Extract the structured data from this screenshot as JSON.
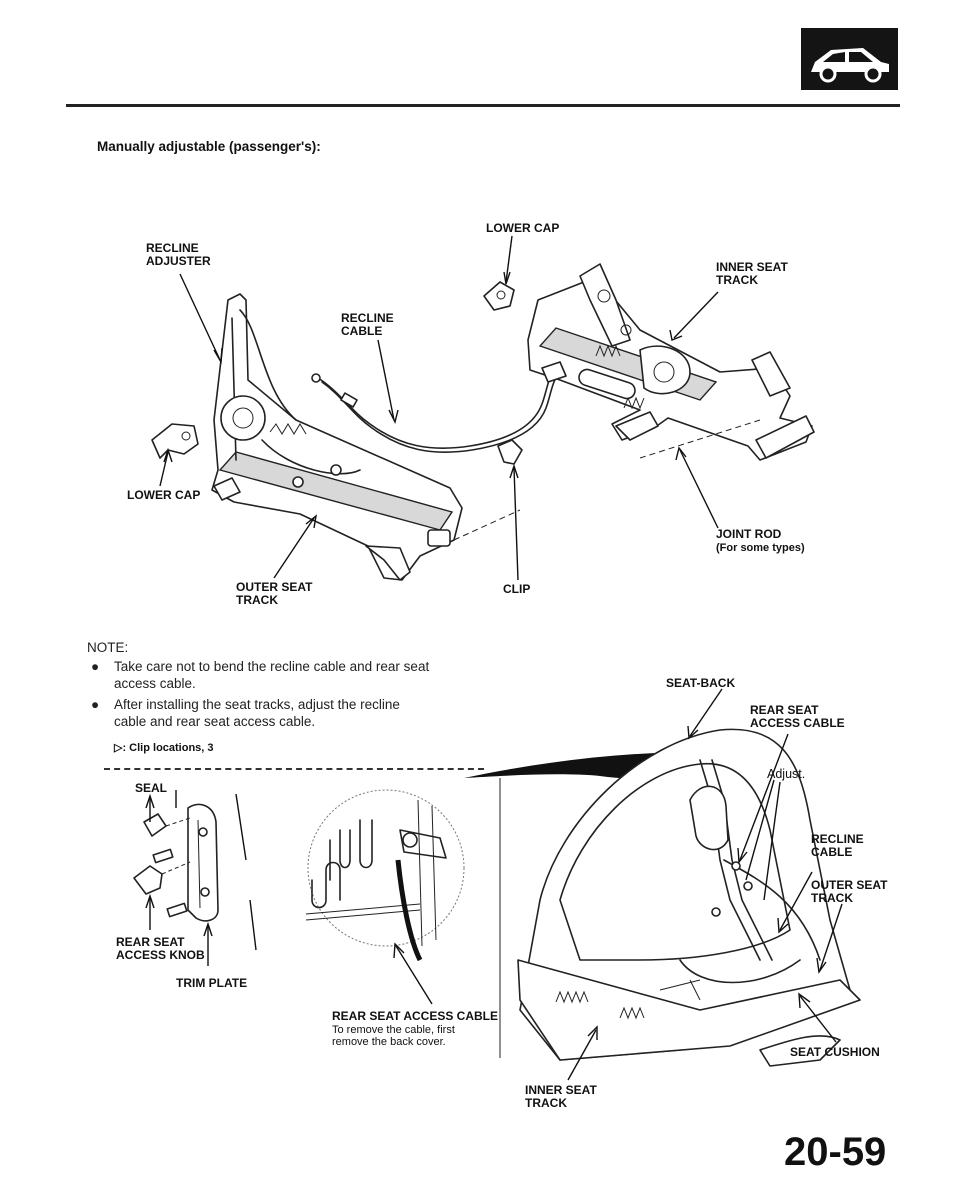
{
  "header": {
    "logo_icon": "car-hatchback-icon"
  },
  "section_title": "Manually adjustable (passenger's):",
  "top_labels": {
    "lower_cap_top": "LOWER CAP",
    "recline_adjuster": "RECLINE\nADJUSTER",
    "inner_seat_track": "INNER SEAT\nTRACK",
    "recline_cable": "RECLINE\nCABLE",
    "lower_cap_left": "LOWER CAP",
    "joint_rod": "JOINT ROD",
    "joint_rod_note": "(For some types)",
    "outer_seat_track": "OUTER SEAT\nTRACK",
    "clip": "CLIP"
  },
  "note": {
    "heading": "NOTE:",
    "items": [
      "Take care not to bend the recline cable and rear seat\naccess cable.",
      "After installing the seat tracks, adjust the recline\ncable and rear seat access cable."
    ],
    "clip_ref": "▷: Clip locations, 3"
  },
  "bottom_labels": {
    "seal": "SEAL",
    "rear_seat_access_knob": "REAR SEAT\nACCESS KNOB",
    "trim_plate": "TRIM PLATE",
    "rear_seat_access_cable": "REAR SEAT ACCESS CABLE",
    "rear_seat_access_cable_note": "To remove the cable, first\nremove the back cover.",
    "seat_back": "SEAT-BACK",
    "rear_seat_access_cable_right": "REAR SEAT\nACCESS CABLE",
    "adjust": "Adjust.",
    "recline_cable_right": "RECLINE\nCABLE",
    "outer_seat_track_right": "OUTER SEAT\nTRACK",
    "inner_seat_track_bottom": "INNER SEAT\nTRACK",
    "seat_cushion": "SEAT CUSHION"
  },
  "page_number": "20-59"
}
